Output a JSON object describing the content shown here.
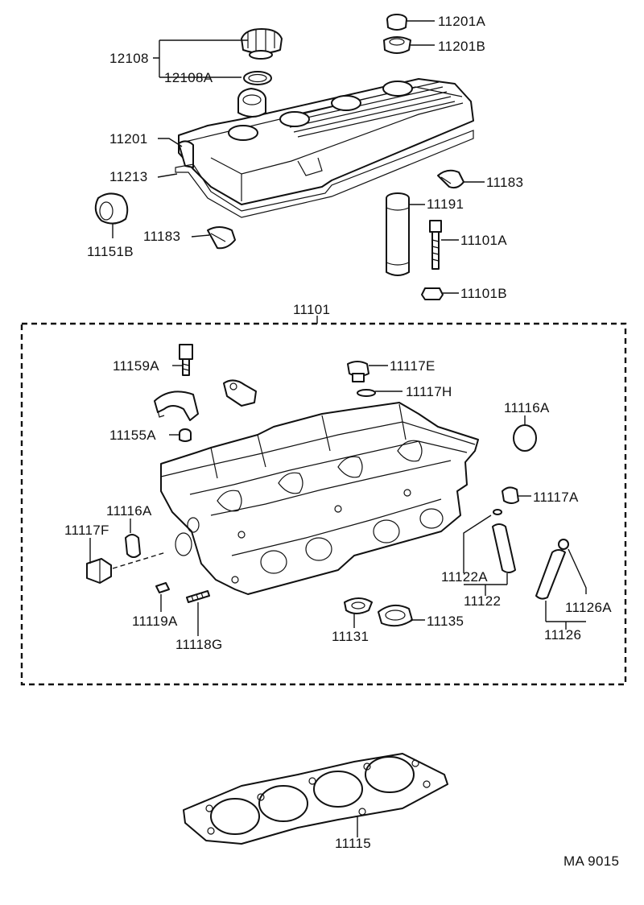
{
  "diagram": {
    "code": "MA 9015",
    "labels": {
      "l12108": "12108",
      "l12108A": "12108A",
      "l11201A": "11201A",
      "l11201B": "11201B",
      "l11201": "11201",
      "l11213": "11213",
      "l11183a": "11183",
      "l11183b": "11183",
      "l11191": "11191",
      "l11101A": "11101A",
      "l11101B": "11101B",
      "l11151B": "11151B",
      "l11101": "11101",
      "l11159A": "11159A",
      "l11117E": "11117E",
      "l11117H": "11117H",
      "l11116Ar": "11116A",
      "l11155A": "11155A",
      "l11117A": "11117A",
      "l11116Al": "11116A",
      "l11117F": "11117F",
      "l11122A": "11122A",
      "l11122": "11122",
      "l11126A": "11126A",
      "l11126": "11126",
      "l11119A": "11119A",
      "l11118G": "11118G",
      "l11131": "11131",
      "l11135": "11135",
      "l11115": "11115"
    }
  }
}
